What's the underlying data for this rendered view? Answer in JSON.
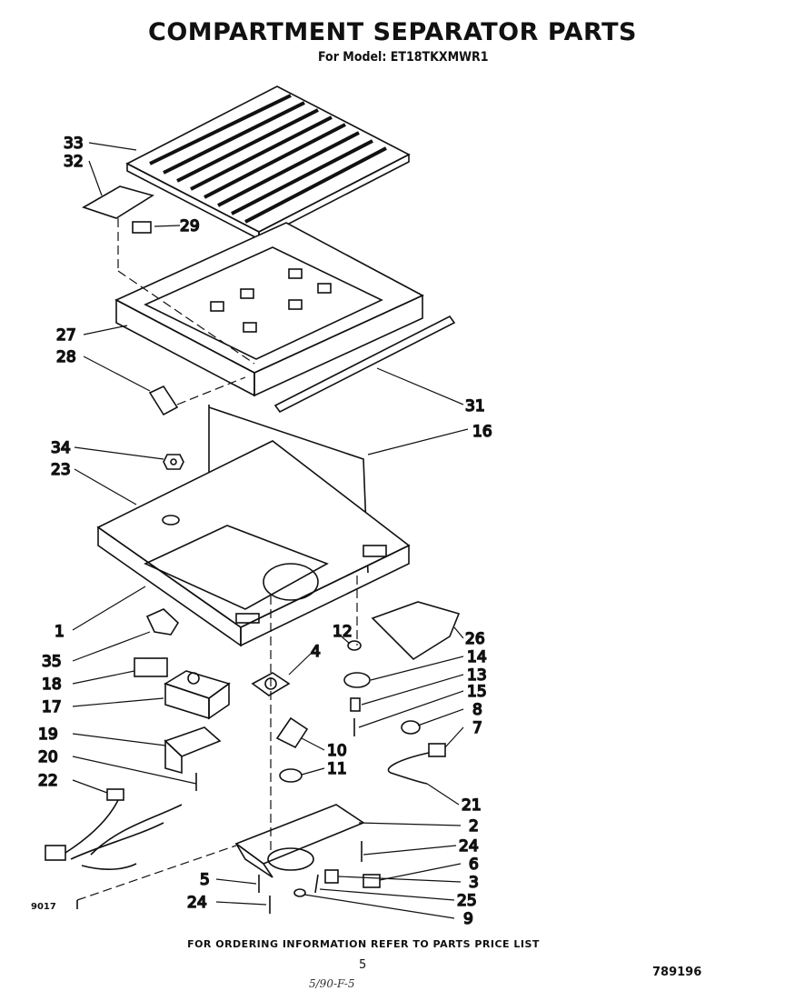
{
  "title": "COMPARTMENT SEPARATOR PARTS",
  "subtitle": "For Model: ET18TKXMWR1",
  "footer_note": "FOR ORDERING INFORMATION REFER TO PARTS PRICE LIST",
  "page_number": "5",
  "handwritten_note": "5/90-F-5",
  "document_number": "789196",
  "diagram_code": "9017",
  "callouts": {
    "c33": "33",
    "c32": "32",
    "c29": "29",
    "c27": "27",
    "c28": "28",
    "c31": "31",
    "c16": "16",
    "c34": "34",
    "c23": "23",
    "c1": "1",
    "c26": "26",
    "c35": "35",
    "c12": "12",
    "c4": "4",
    "c14": "14",
    "c18": "18",
    "c13": "13",
    "c15": "15",
    "c17": "17",
    "c8": "8",
    "c7": "7",
    "c19": "19",
    "c10": "10",
    "c20": "20",
    "c11": "11",
    "c22": "22",
    "c21": "21",
    "c2": "2",
    "c24a": "24",
    "c6": "6",
    "c5": "5",
    "c3": "3",
    "c24b": "24",
    "c25": "25",
    "c9": "9"
  }
}
